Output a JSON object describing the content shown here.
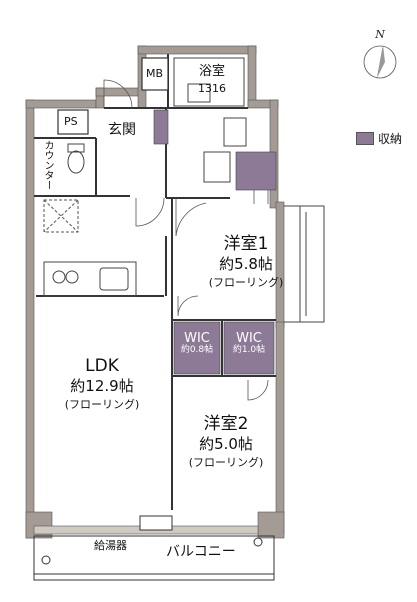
{
  "rooms": {
    "bath": {
      "name": "浴室",
      "size": "1316"
    },
    "mb": {
      "name": "MB"
    },
    "ps": {
      "name": "PS"
    },
    "entrance": {
      "name": "玄関"
    },
    "counter": {
      "name": "カウンター"
    },
    "bedroom1": {
      "name": "洋室1",
      "size": "約5.8帖",
      "floor": "(フローリング)"
    },
    "wic1": {
      "name": "WIC",
      "size": "約0.8帖"
    },
    "wic2": {
      "name": "WIC",
      "size": "約1.0帖"
    },
    "ldk": {
      "name": "LDK",
      "size": "約12.9帖",
      "floor": "(フローリング)"
    },
    "bedroom2": {
      "name": "洋室2",
      "size": "約5.0帖",
      "floor": "(フローリング)"
    },
    "water_heater": {
      "name": "給湯器"
    },
    "balcony": {
      "name": "バルコニー"
    }
  },
  "legend": {
    "storage_label": "収納",
    "storage_color": "#8c7a96"
  },
  "compass": {
    "label": "N"
  },
  "colors": {
    "wall": "#a49c94",
    "wall_light": "#cfc9c2",
    "storage": "#8c7a96",
    "line": "#333333"
  }
}
